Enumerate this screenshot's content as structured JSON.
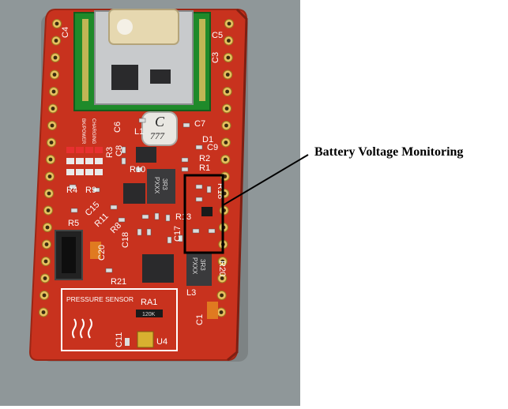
{
  "annotation": {
    "text": "Battery Voltage Monitoring"
  },
  "board": {
    "labels": [
      {
        "id": "c4",
        "text": "C4"
      },
      {
        "id": "c5",
        "text": "C5"
      },
      {
        "id": "c3",
        "text": "C3"
      },
      {
        "id": "c6",
        "text": "C6"
      },
      {
        "id": "l1",
        "text": "L1"
      },
      {
        "id": "c7",
        "text": "C7"
      },
      {
        "id": "d1",
        "text": "D1"
      },
      {
        "id": "c9",
        "text": "C9"
      },
      {
        "id": "r3",
        "text": "R3"
      },
      {
        "id": "c8",
        "text": "C8"
      },
      {
        "id": "r2",
        "text": "R2"
      },
      {
        "id": "r1",
        "text": "R1"
      },
      {
        "id": "r10",
        "text": "R10"
      },
      {
        "id": "r4",
        "text": "R4"
      },
      {
        "id": "r9",
        "text": "R9"
      },
      {
        "id": "r18",
        "text": "R18"
      },
      {
        "id": "c15",
        "text": "C15"
      },
      {
        "id": "r5",
        "text": "R5"
      },
      {
        "id": "r11",
        "text": "R11"
      },
      {
        "id": "r8",
        "text": "R8"
      },
      {
        "id": "r13",
        "text": "R13"
      },
      {
        "id": "c18",
        "text": "C18"
      },
      {
        "id": "c17",
        "text": "C17"
      },
      {
        "id": "c20",
        "text": "C20"
      },
      {
        "id": "r20",
        "text": "R20"
      },
      {
        "id": "r21",
        "text": "R21"
      },
      {
        "id": "l3",
        "text": "L3"
      },
      {
        "id": "ra1",
        "text": "RA1"
      },
      {
        "id": "c1",
        "text": "C1"
      },
      {
        "id": "c11",
        "text": "C11"
      },
      {
        "id": "u4",
        "text": "U4"
      }
    ],
    "marks": {
      "pressure_sensor": "PRESSURE SENSOR",
      "inductor1": "C",
      "inductor1_code": "777",
      "inductor_code_a": "3R3",
      "inductor_code_b": "PXXX",
      "inductor3_code_a": "3R3",
      "inductor3_code_b": "PXXX",
      "ra1_value": "120K",
      "led_label_1": "BK/POWER",
      "led_label_2": "CHARGING"
    }
  },
  "colors": {
    "background_left": "#8e9698",
    "pcb": "#c8321e",
    "silkscreen": "#ffffff",
    "pad": "#e8c060",
    "module_green": "#1f8a2a",
    "highlight_box": "#000000"
  }
}
